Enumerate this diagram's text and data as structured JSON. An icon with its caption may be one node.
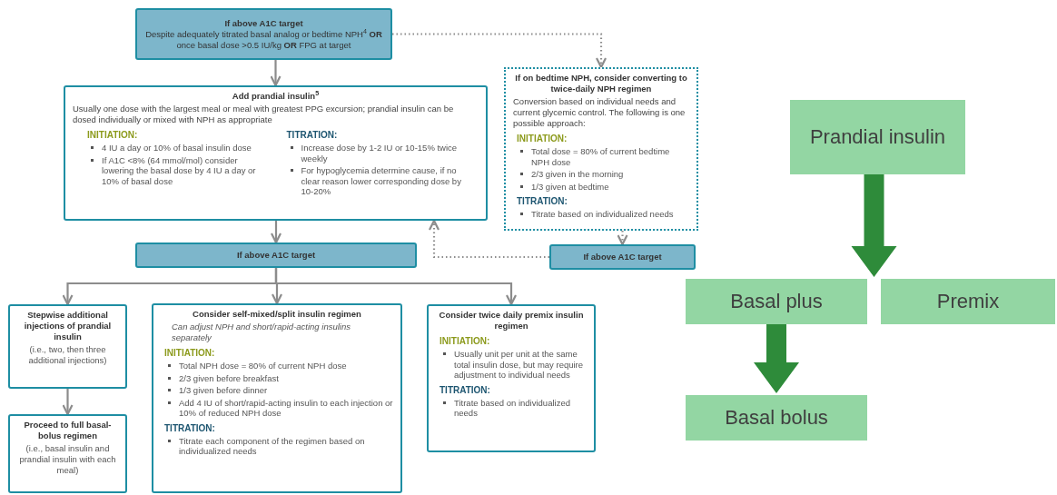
{
  "diagram": {
    "nodes": [
      {
        "text": [
          "If above A1C target",
          "Despite adequately titrated basal analog or bedtime NPH$^{4}$ **OR** once basal dose >0.5 IU/kg **OR** FPG at target"
        ]
      },
      {
        "text": [
          "Add prandial insulin$^{5}$",
          "Usually one dose with the largest meal or meal with greatest PPG excursion; prandial insulin can be dosed individually or mixed with NPH as appropriate",
          "INITIATION:",
          "4 IU a day or 10% of basal insulin dose",
          "If A1C <8% (64 mmol/mol) consider lowering the basal dose by 4 IU a day or 10% of basal dose",
          "TITRATION:",
          "Increase dose by 1-2 IU or 10-15% twice weekly",
          "For hypoglycemia determine cause, if no clear reason lower corresponding dose by 10-20%"
        ]
      },
      {
        "text": [
          "If on bedtime NPH, consider converting to twice-daily NPH regimen",
          "Conversion based on individual needs and current glycemic control. The following is one possible approach:",
          "INITIATION:",
          "Total dose = 80% of current bedtime NPH dose",
          "2/3 given in the morning",
          "1/3 given at bedtime",
          "TITRATION:",
          "Titrate based on individualized needs"
        ]
      },
      {
        "text": [
          "If above A1C target"
        ]
      },
      {
        "text": [
          "If above A1C target"
        ]
      },
      {
        "text": [
          "Stepwise additional injections of prandial insulin",
          "(i.e., two, then three additional injections)"
        ]
      },
      {
        "text": [
          "Proceed to full basal-bolus regimen",
          "(i.e., basal insulin and prandial insulin with each meal)"
        ]
      },
      {
        "text": [
          "Consider self-mixed/split insulin regimen",
          "Can adjust NPH and short/rapid-acting insulins separately",
          "INITIATION:",
          "Total NPH dose = 80% of current NPH dose",
          "2/3 given before breakfast",
          "1/3 given before dinner",
          "Add 4 IU of short/rapid-acting insulin to each injection or 10% of reduced NPH dose",
          "TITRATION:",
          "Titrate each component of the regimen based on individualized needs"
        ]
      },
      {
        "text": [
          "Consider twice daily premix insulin regimen",
          "INITIATION:",
          "Usually unit per unit at the same total insulin dose, but may require adjustment to individual needs",
          "TITRATION:",
          "Titrate based on individualized needs"
        ]
      },
      {
        "text": [
          "Prandial insulin"
        ]
      },
      {
        "text": [
          "Basal plus"
        ]
      },
      {
        "text": [
          "Premix"
        ]
      },
      {
        "text": [
          "Basal bolus"
        ]
      }
    ],
    "edges": [
      {
        "from": 0,
        "to": 1,
        "arrow": "to"
      },
      {
        "from": 0,
        "to": 2,
        "arrow": "to",
        "style": "dashed"
      },
      {
        "from": 1,
        "to": 3,
        "arrow": "to"
      },
      {
        "from": 2,
        "to": 4,
        "arrow": "to",
        "style": "dashed"
      },
      {
        "from": 4,
        "to": 1,
        "arrow": "to",
        "style": "dashed"
      },
      {
        "from": 3,
        "to": 5,
        "arrow": "to"
      },
      {
        "from": 3,
        "to": 7,
        "arrow": "to"
      },
      {
        "from": 3,
        "to": 8,
        "arrow": "to"
      },
      {
        "from": 5,
        "to": 6,
        "arrow": "to"
      },
      {
        "from": 9,
        "to": 10,
        "arrow": "to",
        "style": "thick",
        "color": "#2e8b3a"
      },
      {
        "from": 9,
        "to": 11,
        "arrow": "to",
        "style": "thick",
        "color": "#2e8b3a"
      },
      {
        "from": 10,
        "to": 12,
        "arrow": "to",
        "style": "thick",
        "color": "#2e8b3a"
      }
    ]
  }
}
